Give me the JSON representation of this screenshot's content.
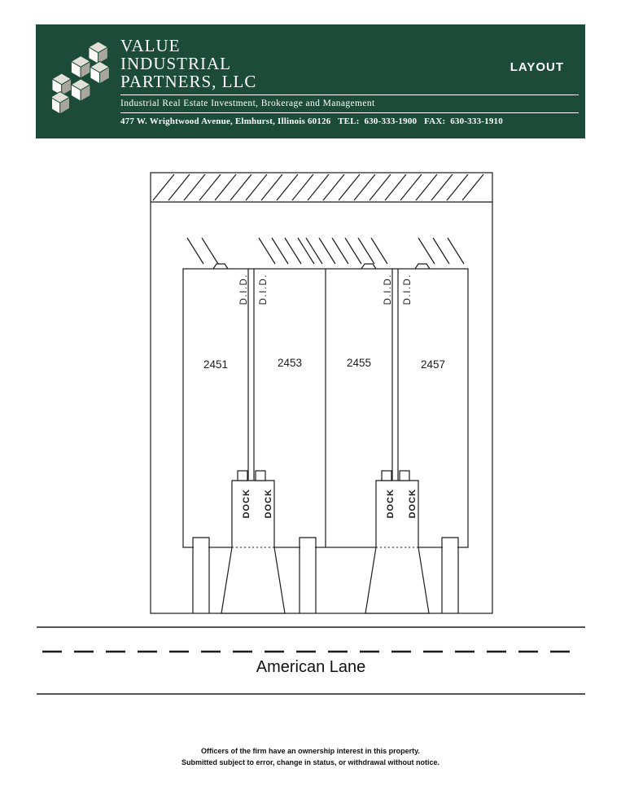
{
  "header": {
    "company_name_lines": [
      "VALUE",
      "INDUSTRIAL",
      "PARTNERS, LLC"
    ],
    "layout_label": "LAYOUT",
    "tagline": "Industrial Real Estate Investment, Brokerage and Management",
    "address_line": "477 W. Wrightwood Avenue, Elmhurst, Illinois 60126   TEL:  630-333-1900   FAX:  630-333-1910",
    "brand_green": "#1d4b39"
  },
  "site_plan": {
    "units": [
      {
        "number": "2451"
      },
      {
        "number": "2453"
      },
      {
        "number": "2455"
      },
      {
        "number": "2457"
      }
    ],
    "did_labels": [
      "D.I.D.",
      "D.I.D.",
      "D.I.D.",
      "D.I.D."
    ],
    "dock_labels": [
      "DOCK",
      "DOCK",
      "DOCK",
      "DOCK"
    ]
  },
  "street": {
    "name": "American Lane"
  },
  "footer": {
    "line1": "Officers of the firm have an ownership interest in this property.",
    "line2": "Submitted subject to error, change in status, or withdrawal without notice."
  }
}
